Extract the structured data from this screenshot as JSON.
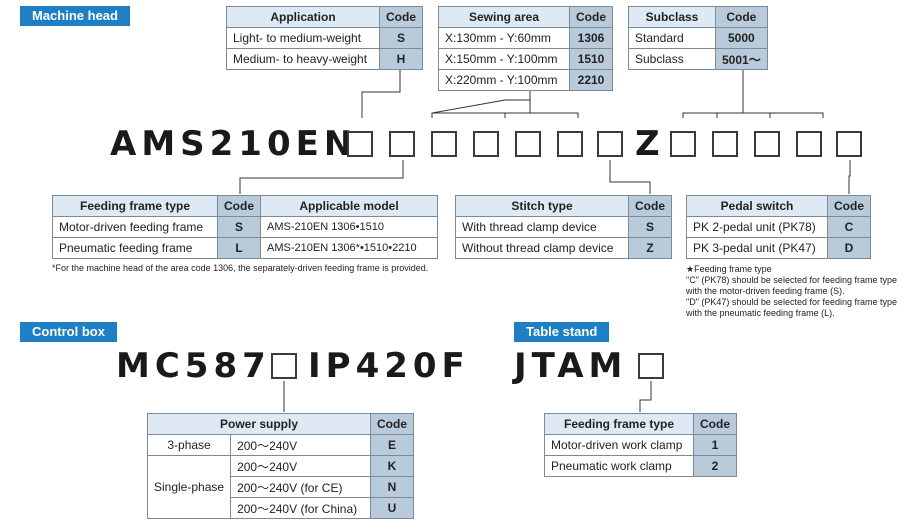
{
  "sections": {
    "machine_head": "Machine head",
    "control_box": "Control box",
    "table_stand": "Table stand"
  },
  "machine_head": {
    "model_prefix": "AMS210EN",
    "z_letter": "Z"
  },
  "application_table": {
    "header": "Application",
    "code_header": "Code",
    "rows": [
      {
        "label": "Light- to medium-weight",
        "code": "S"
      },
      {
        "label": "Medium- to heavy-weight",
        "code": "H"
      }
    ]
  },
  "sewing_area_table": {
    "header": "Sewing area",
    "code_header": "Code",
    "rows": [
      {
        "label": "X:130mm - Y:60mm",
        "code": "1306"
      },
      {
        "label": "X:150mm - Y:100mm",
        "code": "1510"
      },
      {
        "label": "X:220mm - Y:100mm",
        "code": "2210"
      }
    ]
  },
  "subclass_table": {
    "header": "Subclass",
    "code_header": "Code",
    "rows": [
      {
        "label": "Standard",
        "code": "5000"
      },
      {
        "label": "Subclass",
        "code": "5001～"
      }
    ]
  },
  "feeding_frame_table": {
    "header": "Feeding frame type",
    "code_header": "Code",
    "model_header": "Applicable model",
    "rows": [
      {
        "label": "Motor-driven feeding frame",
        "code": "S",
        "model": "AMS-210EN 1306•1510"
      },
      {
        "label": "Pneumatic feeding frame",
        "code": "L",
        "model": "AMS-210EN 1306*•1510•2210"
      }
    ],
    "note": "*For the machine head of the area code 1306, the separately-driven feeding frame is provided."
  },
  "stitch_type_table": {
    "header": "Stitch type",
    "code_header": "Code",
    "rows": [
      {
        "label": "With thread clamp device",
        "code": "S"
      },
      {
        "label": "Without thread clamp device",
        "code": "Z"
      }
    ]
  },
  "pedal_switch_table": {
    "header": "Pedal switch",
    "code_header": "Code",
    "rows": [
      {
        "label": "PK 2-pedal unit (PK78)",
        "code": "C"
      },
      {
        "label": "PK 3-pedal unit (PK47)",
        "code": "D"
      }
    ],
    "notes": [
      "★Feeding frame type",
      "\"C\" (PK78) should be selected for feeding frame type",
      "with the motor-driven feeding frame (S).",
      "\"D\" (PK47) should be selected for feeding frame type",
      "with the pneumatic feeding frame (L)."
    ]
  },
  "control_box": {
    "model_left": "MC587",
    "model_right": "IP420F"
  },
  "power_supply_table": {
    "header": "Power supply",
    "code_header": "Code",
    "three_phase": "3-phase",
    "single_phase": "Single-phase",
    "rows": [
      {
        "voltage": "200～240V",
        "code": "E"
      },
      {
        "voltage": "200～240V",
        "code": "K"
      },
      {
        "voltage": "200～240V (for CE)",
        "code": "N"
      },
      {
        "voltage": "200～240V (for China)",
        "code": "U"
      }
    ]
  },
  "table_stand": {
    "model": "JTAM"
  },
  "table_stand_table": {
    "header": "Feeding frame type",
    "code_header": "Code",
    "rows": [
      {
        "label": "Motor-driven work clamp",
        "code": "1"
      },
      {
        "label": "Pneumatic work clamp",
        "code": "2"
      }
    ]
  }
}
